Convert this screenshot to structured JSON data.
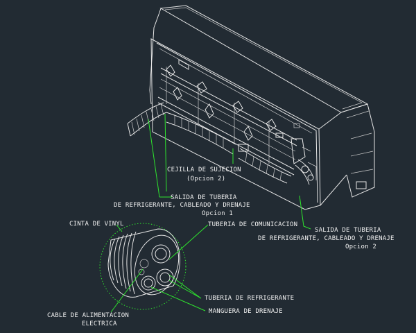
{
  "diagram": {
    "colors": {
      "background": "#222b33",
      "linework": "#e6e6e6",
      "leader": "#2ee52e",
      "text": "#f2f2f2"
    },
    "labels": {
      "suction_strip": [
        "CEJILLA DE SUJECION",
        "(Opcion 2)"
      ],
      "outlet_left": [
        "SALIDA DE TUBERIA",
        "DE REFRIGERANTE, CABLEADO Y DRENAJE",
        "Opcion 1"
      ],
      "outlet_right": [
        "SALIDA DE TUBERIA",
        "DE REFRIGERANTE, CABLEADO Y DRENAJE",
        "Opcion 2"
      ],
      "vinyl_tape": "CINTA DE VINYL",
      "communication_pipe": "TUBERIA DE COMUNICACION",
      "refrigerant_pipe": "TUBERIA DE REFRIGERANTE",
      "drain_hose": "MANGUERA DE DRENAJE",
      "power_cable": [
        "CABLE DE ALIMENTACION",
        "ELECTRICA"
      ]
    }
  }
}
